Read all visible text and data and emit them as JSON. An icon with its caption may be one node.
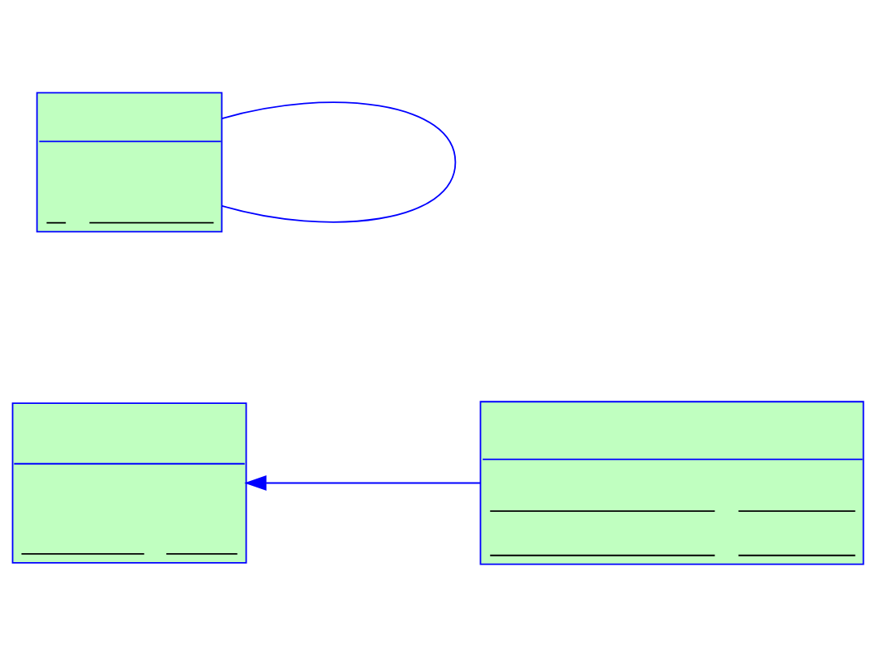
{
  "diagram": {
    "nodes": [
      {
        "text": [],
        "shape": "box"
      },
      {
        "text": [],
        "shape": "box"
      },
      {
        "text": [],
        "shape": "box"
      }
    ],
    "edges": [
      {
        "from": 0,
        "to": 0,
        "arrow": "none"
      },
      {
        "from": 2,
        "to": 1,
        "arrow": "to"
      }
    ]
  }
}
